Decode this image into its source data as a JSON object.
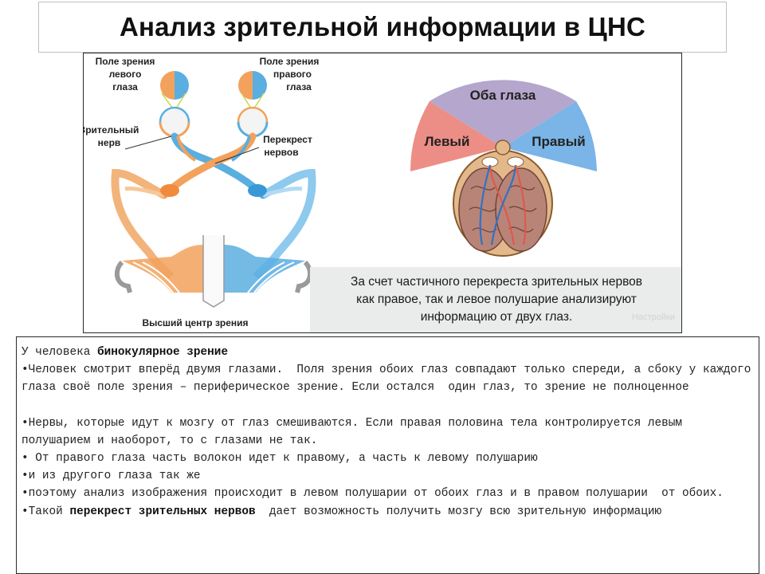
{
  "title": "Анализ зрительной информации в ЦНС",
  "figure": {
    "labels": {
      "left_field": [
        "Поле зрения",
        "левого",
        "глаза"
      ],
      "right_field": [
        "Поле зрения",
        "правого",
        "глаза"
      ],
      "optic_nerve": [
        "Зрительный",
        "нерв"
      ],
      "chiasm": [
        "Перекрест",
        "нервов"
      ],
      "higher_center": "Высший центр зрения"
    },
    "sectors": {
      "both": "Оба глаза",
      "left": "Левый",
      "right": "Правый"
    },
    "caption": [
      "За счет частичного перекреста зрительных нервов",
      "как правое, так и левое полушарие анализируют",
      "информацию от двух глаз."
    ],
    "caption_watermark": "Настройки",
    "colors": {
      "left_eye": "#f2a25c",
      "right_eye": "#5aaee0",
      "both_sector": "#b4a6cc",
      "left_sector": "#ec8e86",
      "right_sector": "#7bb4e6"
    }
  },
  "text": {
    "intro_prefix": "У человека ",
    "intro_bold": "бинокулярное зрение",
    "p1": "•Человек смотрит вперёд двумя глазами.  Поля зрения обоих глаз совпадают только спереди, а сбоку у каждого глаза своё поле зрения – периферическое зрение. Если остался  один глаз, то зрение не полноценное",
    "p2": "•Нервы, которые идут к мозгу от глаз смешиваются. Если правая половина тела контролируется левым полушарием и наоборот, то с глазами не так.",
    "p3": "• От правого глаза часть волокон идет к правому, а часть к левому полушарию",
    "p4": "•и из другого глаза так же",
    "p5": "•поэтому анализ изображения происходит в левом полушарии от обоих глаз и в правом полушарии  от обоих.",
    "p6_prefix": "•Такой ",
    "p6_bold": "перекрест зрительных нервов",
    "p6_suffix": "  дает возможность получить мозгу всю зрительную информацию"
  }
}
